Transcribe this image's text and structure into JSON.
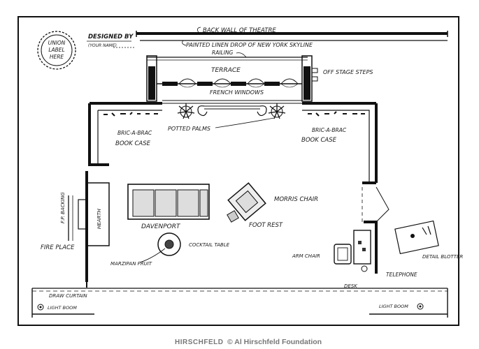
{
  "stamp": {
    "line1": "UNION",
    "line2": "LABEL",
    "line3": "HERE"
  },
  "designed_by": {
    "title": "DESIGNED BY",
    "name": "(YOUR NAME)"
  },
  "labels": {
    "back_wall": "BACK WALL OF THEATRE",
    "linen_drop": "PAINTED LINEN DROP OF NEW YORK SKYLINE",
    "railing": "RAILING",
    "terrace": "TERRACE",
    "off_stage_steps": "OFF STAGE STEPS",
    "french_windows": "FRENCH WINDOWS",
    "potted_palms": "POTTED PALMS",
    "bric_a_brac_left": "BRIC-A-BRAC",
    "bric_a_brac_right": "BRIC-A-BRAC",
    "book_case_left": "BOOK CASE",
    "book_case_right": "BOOK CASE",
    "fp_backing": "F.P. BACKING",
    "hearth": "HEARTH",
    "fire_place": "FIRE PLACE",
    "davenport": "DAVENPORT",
    "morris_chair": "MORRIS CHAIR",
    "foot_rest": "FOOT REST",
    "cocktail_table": "COCKTAIL TABLE",
    "marzipan_fruit": "MARZIPAN FRUIT",
    "arm_chair": "ARM CHAIR",
    "detail_blotter": "DETAIL BLOTTER",
    "telephone": "TELEPHONE",
    "desk": "DESK",
    "draw_curtain": "DRAW CURTAIN",
    "light_boom_left": "LIGHT BOOM",
    "light_boom_right": "LIGHT BOOM"
  },
  "credit": {
    "signature": "HIRSCHFELD",
    "text": "© Al Hirschfeld Foundation"
  }
}
